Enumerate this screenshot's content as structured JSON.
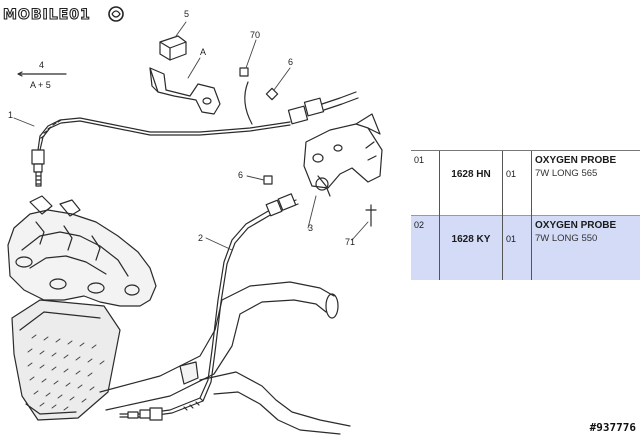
{
  "logo": {
    "text": "MOBILE01"
  },
  "watermark": "#937776",
  "callouts": {
    "c5": "5",
    "cA": "A",
    "c70": "70",
    "c6a": "6",
    "c4": "4",
    "cA5": "A + 5",
    "c1": "1",
    "c6b": "6",
    "c2": "2",
    "c3": "3",
    "c71": "71"
  },
  "parts": [
    {
      "index": "01",
      "ref": "1628 HN",
      "qty": "01",
      "name": "OXYGEN PROBE",
      "detail": "7W LONG 565"
    },
    {
      "index": "02",
      "ref": "1628 KY",
      "qty": "01",
      "name": "OXYGEN PROBE",
      "detail": "7W LONG 550"
    }
  ],
  "colors": {
    "highlight_row": "#d3dbf7",
    "line": "#2b2b2b"
  }
}
